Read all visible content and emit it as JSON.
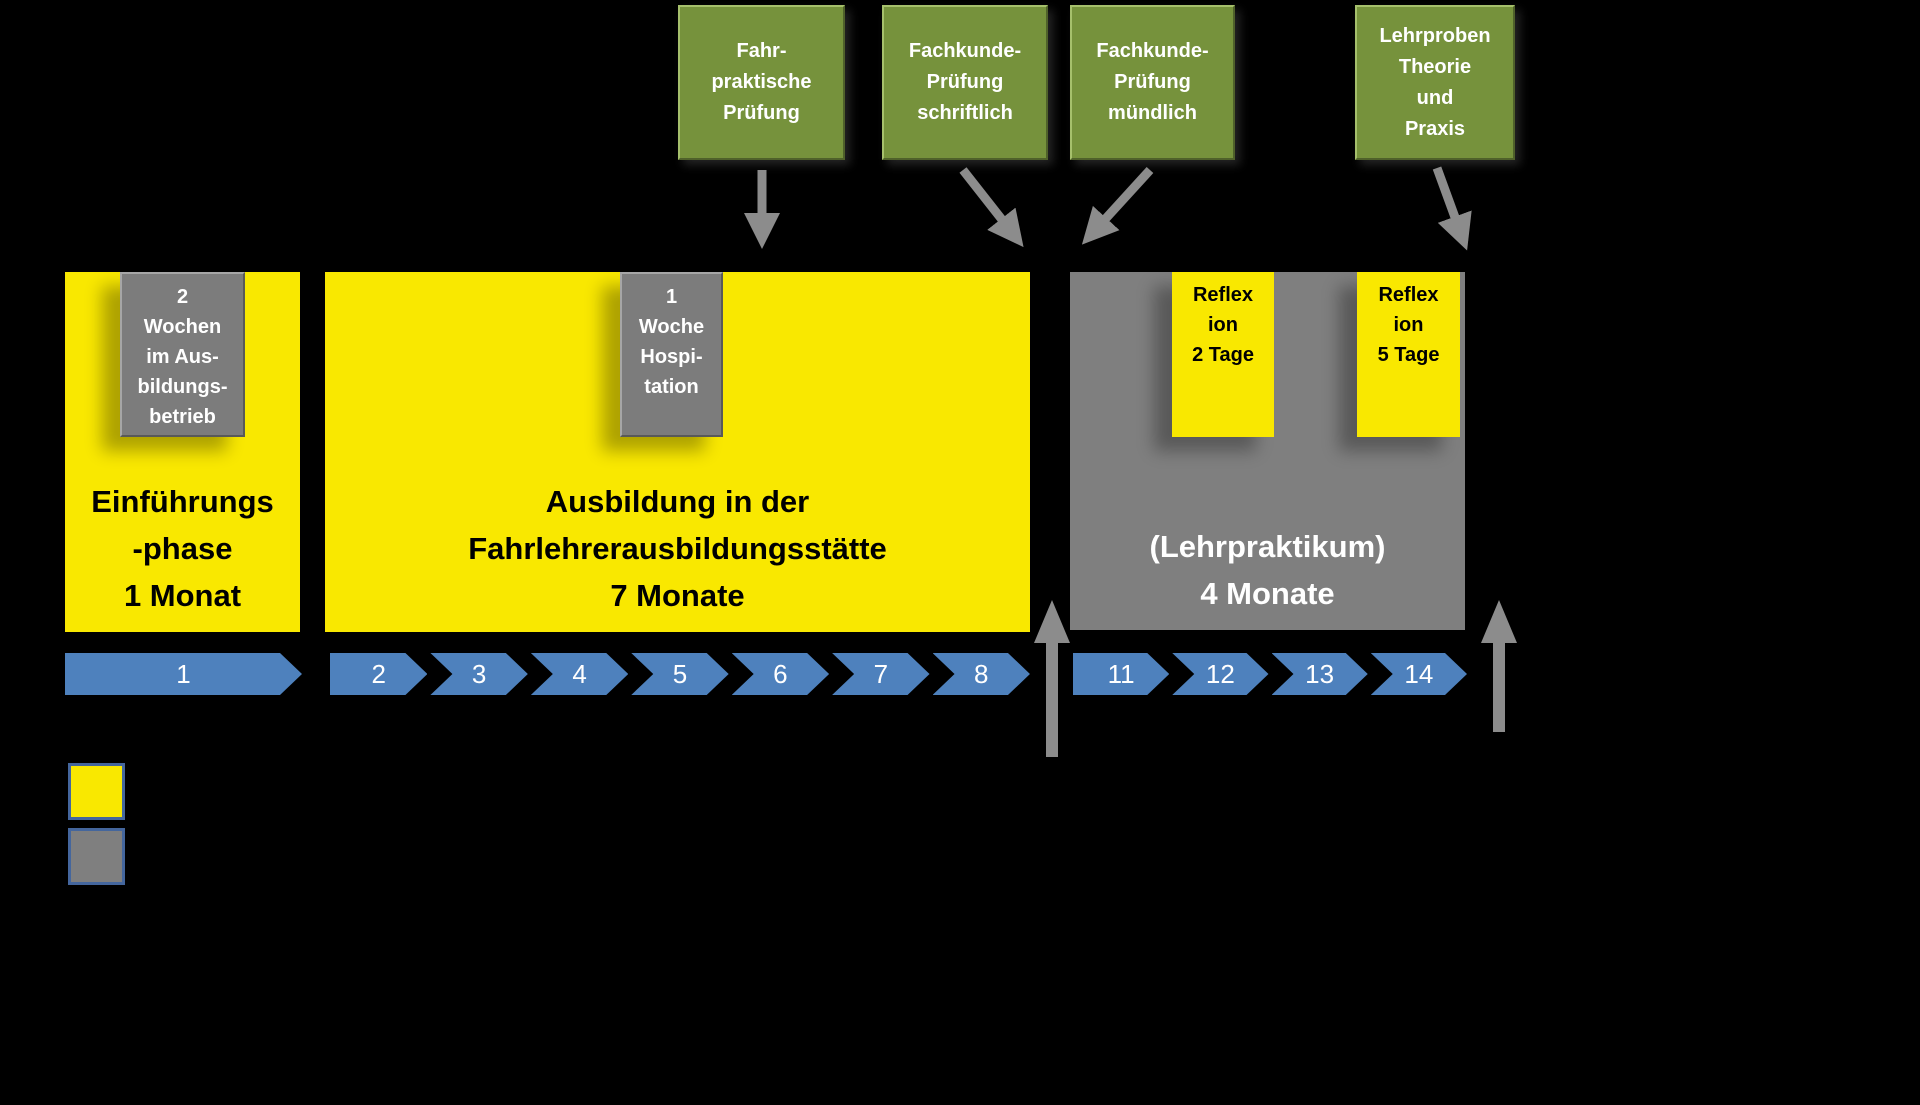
{
  "colors": {
    "background": "#000000",
    "yellow": "#F9E800",
    "gray_block": "#7F7F7F",
    "gray_inset": "#7C7C7C",
    "green": "#76923C",
    "blue_chevron": "#4E81BD",
    "arrow_gray": "#8C8C8C",
    "legend_border": "#44669D"
  },
  "exam_boxes": [
    {
      "label": "Fahr-\npraktische\nPrüfung"
    },
    {
      "label": "Fachkunde-\nPrüfung\nschriftlich"
    },
    {
      "label": "Fachkunde-\nPrüfung\nmündlich"
    },
    {
      "label": "Lehrproben\nTheorie\nund\nPraxis"
    }
  ],
  "phases": [
    {
      "title": "Einführungs\n-phase\n1 Monat",
      "insets": [
        {
          "label": "2\nWochen\nim Aus-\nbildungs-\nbetrieb"
        }
      ]
    },
    {
      "title": "Ausbildung in der\nFahrlehrerausbildungsstätte\n7 Monate",
      "insets": [
        {
          "label": "1\nWoche\nHospi-\ntation"
        }
      ]
    },
    {
      "title": "(Lehrpraktikum)\n4 Monate",
      "insets": [
        {
          "label": "Reflex\nion\n2 Tage"
        },
        {
          "label": "Reflex\nion\n5 Tage"
        }
      ]
    }
  ],
  "timeline": {
    "group1": [
      "1"
    ],
    "group2": [
      "2",
      "3",
      "4",
      "5",
      "6",
      "7",
      "8"
    ],
    "group3": [
      "11",
      "12",
      "13",
      "14"
    ]
  },
  "legend": {
    "items": [
      {
        "swatch": "yellow"
      },
      {
        "swatch": "gray"
      }
    ]
  }
}
